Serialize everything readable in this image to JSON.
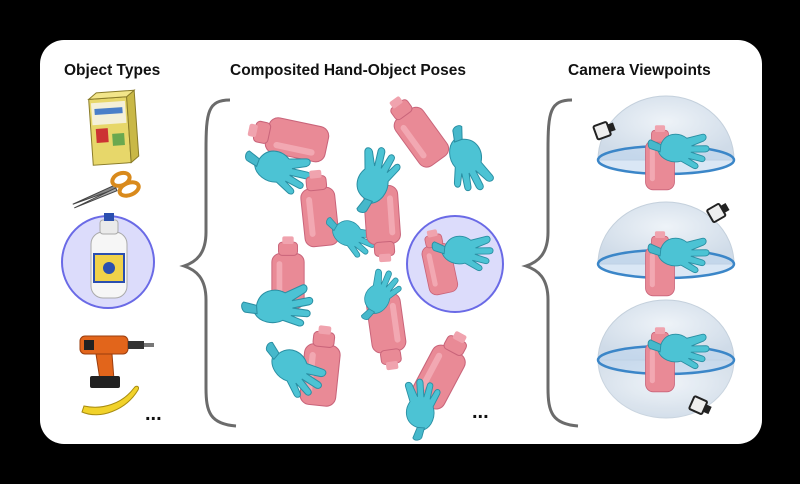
{
  "headers": {
    "object_types": "Object Types",
    "poses": "Composited Hand-Object Poses",
    "viewpoints": "Camera Viewpoints"
  },
  "ellipsis": "...",
  "colors": {
    "background": "#000000",
    "panel": "#ffffff",
    "object_pink": "#e98a96",
    "hand_cyan": "#4cc3d4",
    "highlight_circle": "#dcdcfb",
    "highlight_ring": "#6a6ae6",
    "dome": "#dde6f0",
    "plane_ring": "#3b86c8",
    "brace": "#6b6b6b"
  },
  "icons": {
    "object_types": [
      "cereal-box-icon",
      "scissors-icon",
      "bottle-icon",
      "drill-icon",
      "banana-icon"
    ],
    "camera": "camera-icon"
  }
}
